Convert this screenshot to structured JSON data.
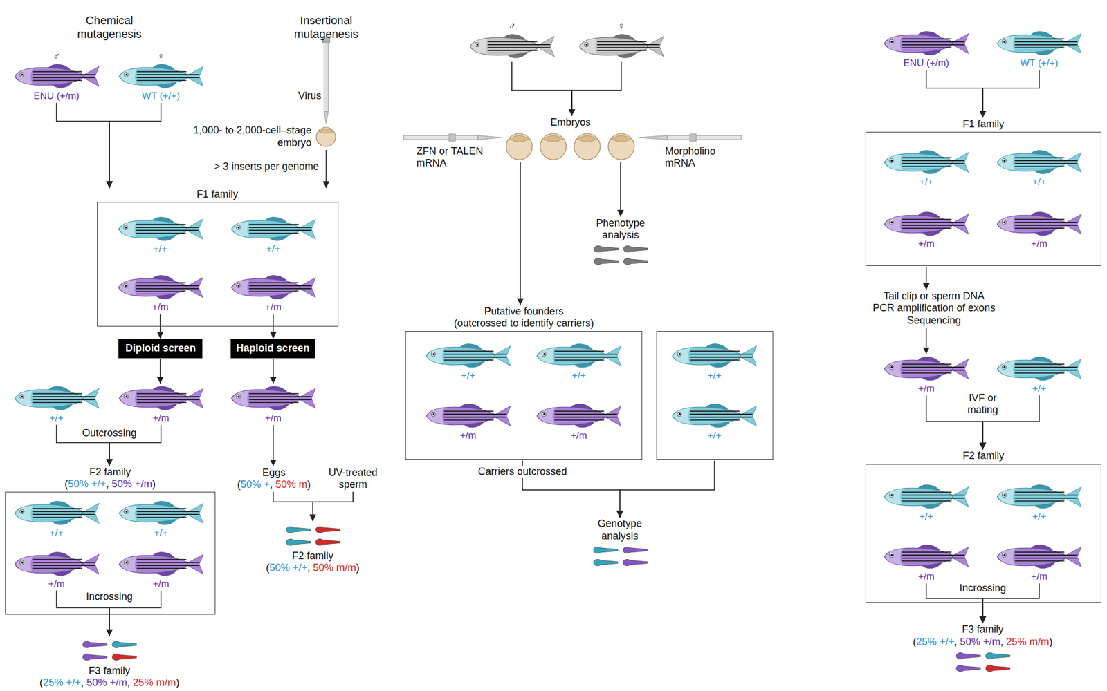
{
  "diagram": {
    "nodes": [
      {
        "text": [
          "♂",
          "ENU (+/m)"
        ]
      },
      {
        "text": [
          "♀",
          "WT (+/+)"
        ]
      },
      {
        "text": [
          "1,000- to 2,000-cell–stage embryo"
        ]
      },
      {
        "text": [
          "F1 family"
        ]
      },
      {
        "text": [
          "+/+"
        ],
        "in": 3
      },
      {
        "text": [
          "+/+"
        ],
        "in": 3
      },
      {
        "text": [
          "+/m"
        ],
        "in": 3
      },
      {
        "text": [
          "+/m"
        ],
        "in": 3
      },
      {
        "text": [
          "Diploid screen"
        ]
      },
      {
        "text": [
          "Haploid screen"
        ]
      },
      {
        "text": [
          "+/+"
        ]
      },
      {
        "text": [
          "+/m"
        ]
      },
      {
        "text": [
          "F2 family",
          "(50% +/+, 50% +/m)"
        ]
      },
      {
        "text": [
          "+/+"
        ],
        "in": 12
      },
      {
        "text": [
          "+/+"
        ],
        "in": 12
      },
      {
        "text": [
          "+/m"
        ],
        "in": 12
      },
      {
        "text": [
          "+/m"
        ],
        "in": 12
      },
      {
        "text": [
          "F3 family",
          "(25% +/+, 50% +/m, 25% m/m)"
        ]
      },
      {
        "text": [
          "+/m"
        ]
      },
      {
        "text": [
          "Eggs",
          "(50% +, 50% m)"
        ]
      },
      {
        "text": [
          "UV-treated sperm"
        ]
      },
      {
        "text": [
          "F2 family",
          "(50% +/+, 50% m/m)"
        ]
      },
      {
        "text": [
          "♂"
        ]
      },
      {
        "text": [
          "♀"
        ]
      },
      {
        "text": [
          "Embryos"
        ]
      },
      {
        "text": [
          "Phenotype analysis"
        ]
      },
      {
        "text": [
          "Putative founders",
          "(outcrossed to identify carriers)"
        ]
      },
      {
        "text": [
          "+/+"
        ],
        "in": 26
      },
      {
        "text": [
          "+/+"
        ],
        "in": 26
      },
      {
        "text": [
          "+/m"
        ],
        "in": 26
      },
      {
        "text": [
          "+/m"
        ],
        "in": 26
      },
      {
        "text": []
      },
      {
        "text": [
          "+/+"
        ],
        "in": 31
      },
      {
        "text": [
          "+/+"
        ],
        "in": 31
      },
      {
        "text": [
          "Genotype analysis"
        ]
      },
      {
        "text": [
          "ENU (+/m)"
        ]
      },
      {
        "text": [
          "WT (+/+)"
        ]
      },
      {
        "text": [
          "F1 family"
        ]
      },
      {
        "text": [
          "+/+"
        ],
        "in": 37
      },
      {
        "text": [
          "+/+"
        ],
        "in": 37
      },
      {
        "text": [
          "+/m"
        ],
        "in": 37
      },
      {
        "text": [
          "+/m"
        ],
        "in": 37
      },
      {
        "text": [
          "Tail clip or sperm DNA",
          "PCR amplification of exons",
          "Sequencing"
        ]
      },
      {
        "text": [
          "+/m"
        ]
      },
      {
        "text": [
          "+/+"
        ]
      },
      {
        "text": [
          "F2 family"
        ]
      },
      {
        "text": [
          "+/+"
        ],
        "in": 45
      },
      {
        "text": [
          "+/+"
        ],
        "in": 45
      },
      {
        "text": [
          "+/m"
        ],
        "in": 45
      },
      {
        "text": [
          "+/m"
        ],
        "in": 45
      },
      {
        "text": [
          "F3 family",
          "(25% +/+, 50% +/m, 25% m/m)"
        ]
      }
    ],
    "edges": [
      {
        "from": 0,
        "to": 3,
        "arrow": "to"
      },
      {
        "from": 1,
        "to": 3,
        "arrow": "to"
      },
      {
        "from": 2,
        "to": 3,
        "label": "> 3 inserts per genome",
        "arrow": "to"
      },
      {
        "from": 6,
        "to": 8,
        "arrow": "to"
      },
      {
        "from": 7,
        "to": 9,
        "arrow": "to"
      },
      {
        "from": 8,
        "to": 11,
        "arrow": "to"
      },
      {
        "from": 10,
        "to": 12,
        "arrow": "to"
      },
      {
        "from": 11,
        "to": 12,
        "arrow": "to"
      },
      {
        "from": 15,
        "to": 17,
        "arrow": "to"
      },
      {
        "from": 16,
        "to": 17,
        "arrow": "to"
      },
      {
        "from": 9,
        "to": 18,
        "arrow": "to"
      },
      {
        "from": 18,
        "to": 19,
        "arrow": "to"
      },
      {
        "from": 19,
        "to": 21,
        "arrow": "to"
      },
      {
        "from": 20,
        "to": 21,
        "arrow": "to"
      },
      {
        "from": 22,
        "to": 24,
        "arrow": "to"
      },
      {
        "from": 23,
        "to": 24,
        "arrow": "to"
      },
      {
        "from": 24,
        "to": 26,
        "arrow": "to"
      },
      {
        "from": 24,
        "to": 25,
        "arrow": "to"
      },
      {
        "from": 26,
        "to": 34,
        "label": "Carriers outcrossed",
        "arrow": "to"
      },
      {
        "from": 31,
        "to": 34,
        "arrow": "to"
      },
      {
        "from": 35,
        "to": 37,
        "arrow": "to"
      },
      {
        "from": 36,
        "to": 37,
        "arrow": "to"
      },
      {
        "from": 37,
        "to": 42,
        "arrow": "to"
      },
      {
        "from": 42,
        "to": 43,
        "arrow": "to"
      },
      {
        "from": 43,
        "to": 45,
        "arrow": "to"
      },
      {
        "from": 44,
        "to": 45,
        "arrow": "to"
      },
      {
        "from": 48,
        "to": 50,
        "arrow": "to"
      },
      {
        "from": 49,
        "to": 50,
        "arrow": "to"
      }
    ],
    "labels": [
      "Chemical mutagenesis",
      "Insertional mutagenesis",
      "Virus",
      "Outcrossing",
      "Incrossing",
      "ZFN or TALEN mRNA",
      "Morpholino mRNA",
      "IVF or mating",
      "Incrossing"
    ]
  }
}
